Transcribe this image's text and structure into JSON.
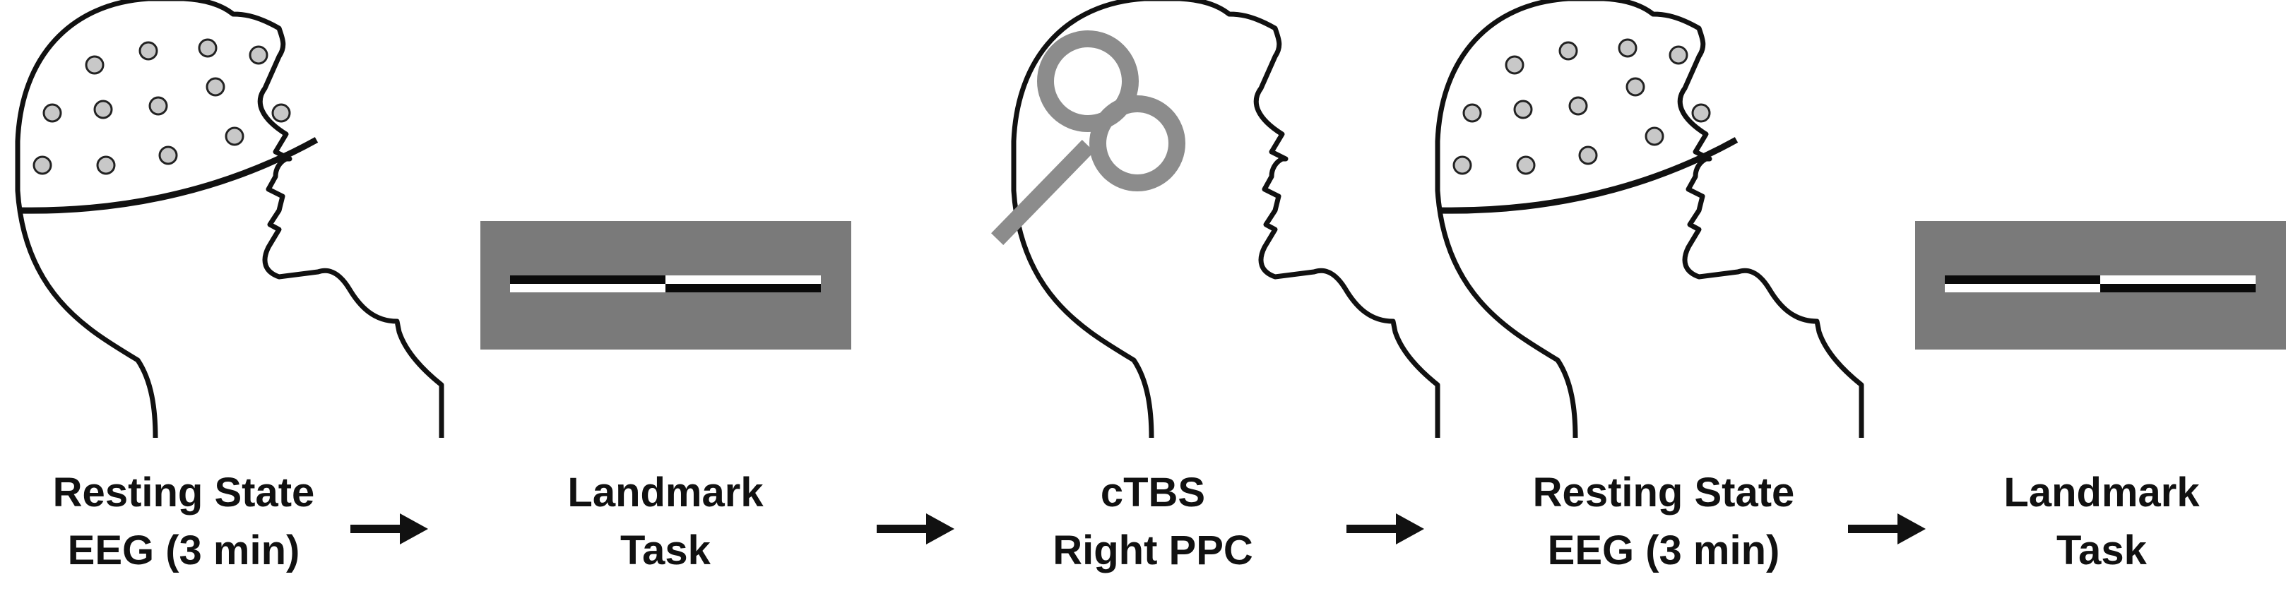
{
  "steps": [
    {
      "line1": "Resting State",
      "line2": "EEG (3 min)"
    },
    {
      "line1": "Landmark",
      "line2": "Task"
    },
    {
      "line1": "cTBS",
      "line2": "Right PPC"
    },
    {
      "line1": "Resting State",
      "line2": "EEG (3 min)"
    },
    {
      "line1": "Landmark",
      "line2": "Task"
    }
  ],
  "colors": {
    "outline": "#111111",
    "electrode_fill": "#c8c8c8",
    "coil": "#8c8c8c",
    "task_background": "#7a7a7a",
    "bar_dark": "#0a0a0a",
    "bar_light": "#ffffff"
  },
  "icons": [
    "head-eeg-icon",
    "landmark-stimulus-icon",
    "head-coil-icon",
    "head-eeg-icon",
    "landmark-stimulus-icon",
    "arrow-right-icon"
  ]
}
